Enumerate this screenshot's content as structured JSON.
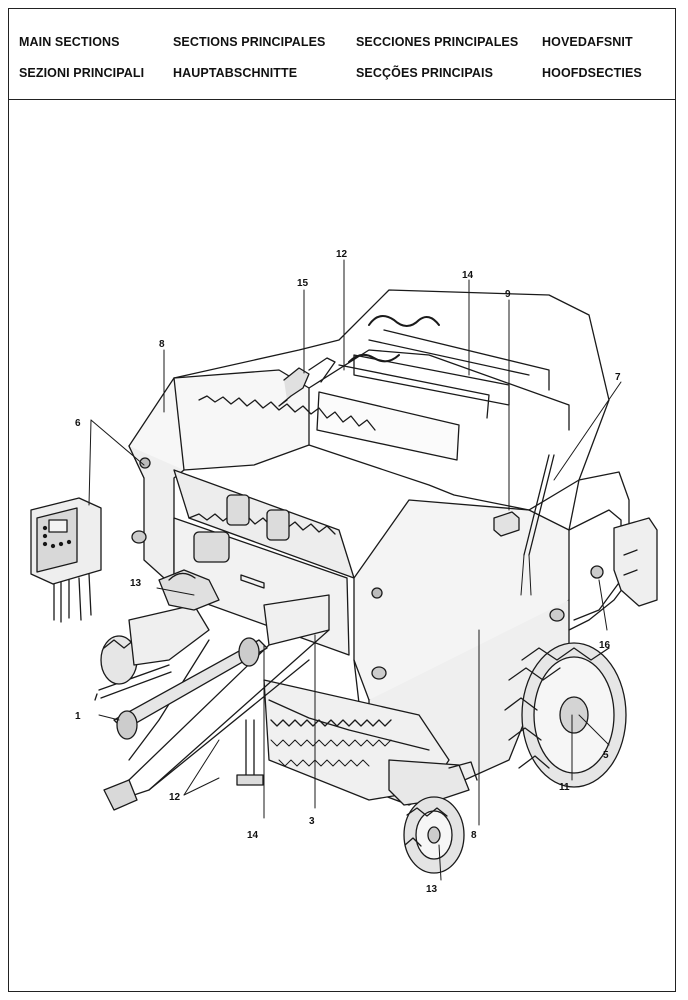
{
  "header": {
    "row1": [
      "MAIN SECTIONS",
      "SECTIONS PRINCIPALES",
      "SECCIONES PRINCIPALES",
      "HOVEDAFSNIT"
    ],
    "row2": [
      "SEZIONI PRINCIPALI",
      "HAUPTABSCHNITTE",
      "SECÇÕES PRINCIPAIS",
      "HOOFDSECTIES"
    ]
  },
  "callouts": {
    "c1": "1",
    "c3": "3",
    "c5": "5",
    "c6": "6",
    "c7": "7",
    "c8a": "8",
    "c8b": "8",
    "c9": "9",
    "c11": "11",
    "c12a": "12",
    "c12b": "12",
    "c13a": "13",
    "c13b": "13",
    "c14a": "14",
    "c14b": "14",
    "c15": "15",
    "c16": "16"
  }
}
